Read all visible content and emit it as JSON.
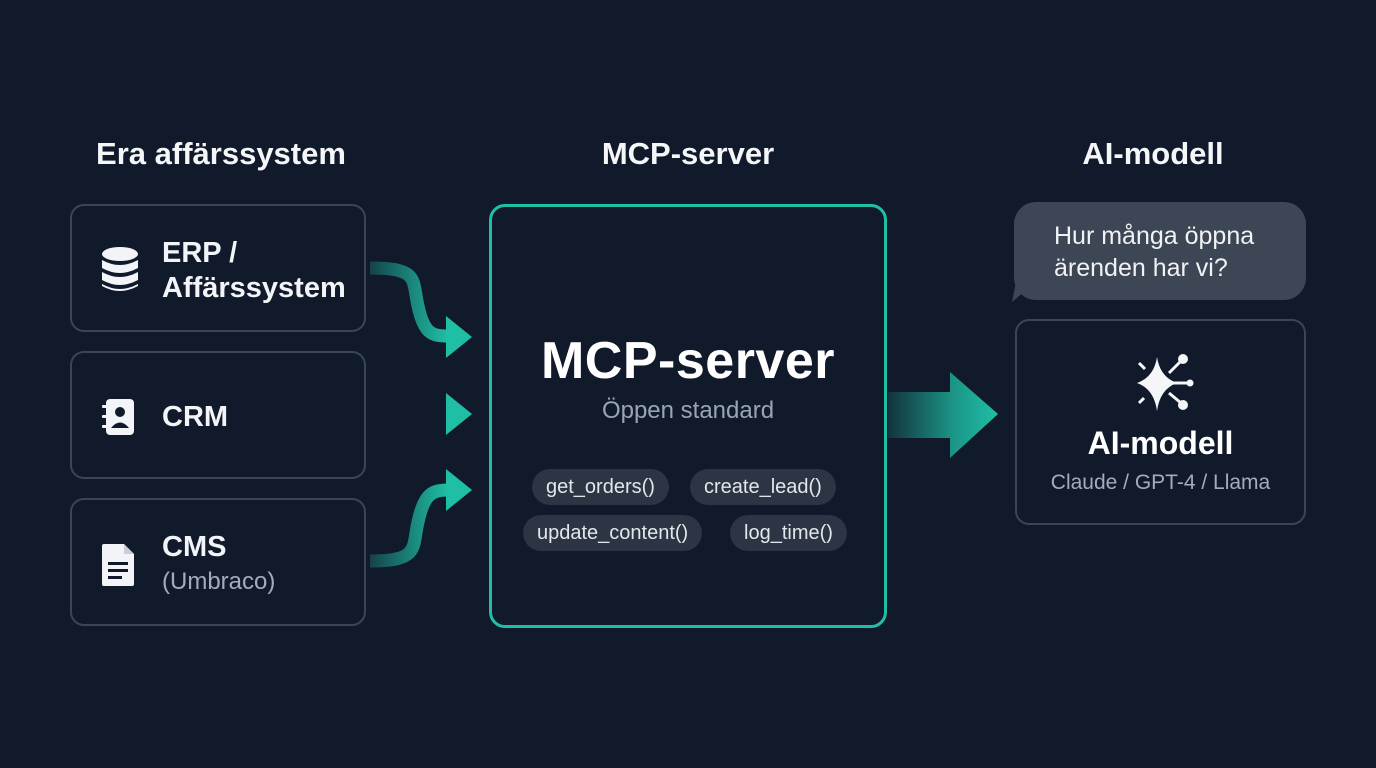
{
  "columns": {
    "left_title": "Era affärssystem",
    "center_title": "MCP-server",
    "right_title": "AI-modell"
  },
  "sources": [
    {
      "line1": "ERP /",
      "line2": "Affärssystem",
      "icon": "database-icon"
    },
    {
      "line1": "CRM",
      "icon": "contacts-book-icon"
    },
    {
      "line1": "CMS",
      "sub": "(Umbraco)",
      "icon": "document-icon"
    }
  ],
  "mcp": {
    "title": "MCP-server",
    "subtitle": "Öppen standard",
    "tools": [
      "get_orders()",
      "create_lead()",
      "update_content()",
      "log_time()"
    ]
  },
  "ai": {
    "question": "Hur många öppna ärenden har vi?",
    "title": "AI-modell",
    "models": "Claude / GPT-4 / Llama",
    "icon": "sparkle-network-icon"
  },
  "colors": {
    "background": "#111a2b",
    "accent": "#1fbfa6",
    "box_border": "#3a4658",
    "bubble": "#3c4654",
    "pill": "#2b3544"
  }
}
